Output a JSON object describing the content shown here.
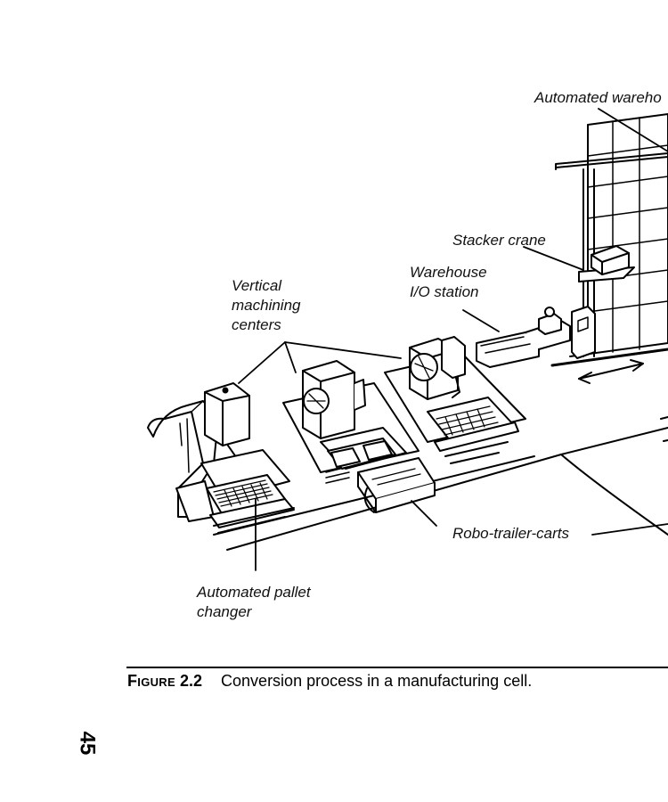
{
  "labels": {
    "automated_warehouse": "Automated wareho",
    "stacker_crane": "Stacker crane",
    "warehouse_io_line1": "Warehouse",
    "warehouse_io_line2": "I/O station",
    "vmc_line1": "Vertical",
    "vmc_line2": "machining",
    "vmc_line3": "centers",
    "robo_trailer_carts": "Robo-trailer-carts",
    "pallet_changer_line1": "Automated pallet",
    "pallet_changer_line2": "changer"
  },
  "caption": {
    "figure_word": "Figure",
    "figure_number": "2.2",
    "text": "Conversion process in a manufacturing cell."
  },
  "page_number": "45"
}
